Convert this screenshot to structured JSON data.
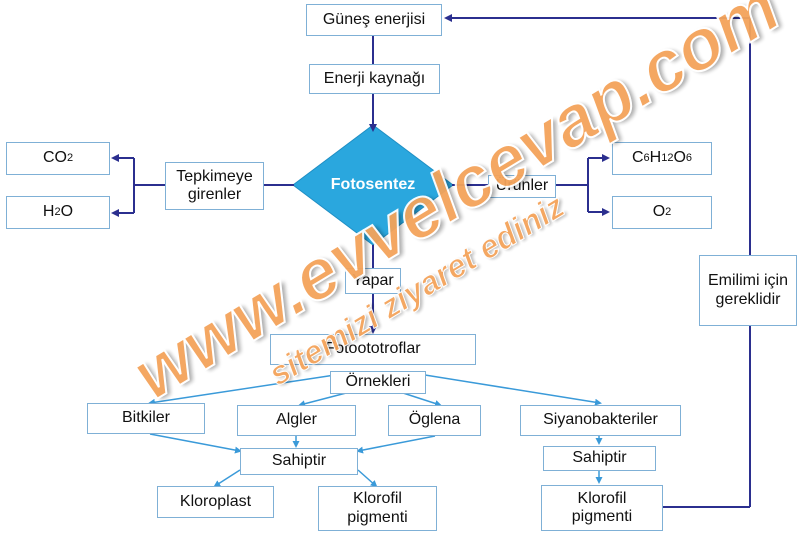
{
  "nodes": {
    "gunes_enerjisi": "Güneş enerjisi",
    "enerji_kaynagi": "Enerji kaynağı",
    "fotosentez": "Fotosentez",
    "tepkimeye_girenler": "Tepkimeye girenler",
    "co2": {
      "main": "CO",
      "sub": "2"
    },
    "h2o": {
      "pre": "H",
      "sub": "2",
      "post": "O"
    },
    "urunler": "Ürünler",
    "glucose": {
      "c": "C",
      "c_sub": "6",
      "h": "H",
      "h_sub": "12",
      "o": "O",
      "o_sub": "6"
    },
    "o2": {
      "main": "O",
      "sub": "2"
    },
    "emilimi_icin_gereklidir": "Emilimi için gereklidir",
    "yapar": "Yapar",
    "fotoototroflar": "Fotoototroflar",
    "ornekleri": "Örnekleri",
    "bitkiler": "Bitkiler",
    "algler": "Algler",
    "oglena": "Öglena",
    "siyanobakteriler": "Siyanobakteriler",
    "sahiptir_1": "Sahiptir",
    "sahiptir_2": "Sahiptir",
    "kloroplast": "Kloroplast",
    "klorofil_pigmenti_1": "Klorofil pigmenti",
    "klorofil_pigmenti_2": "Klorofil pigmenti"
  },
  "watermark": {
    "line1": "www.evvelcevap.com",
    "line2": "sitemizi ziyaret ediniz"
  },
  "colors": {
    "dark_arrow": "#2b2f8f",
    "light_arrow": "#3a9ad9",
    "box_border": "#7fb0d6",
    "diamond": "#2aa7de",
    "watermark": "#f4a35a"
  }
}
